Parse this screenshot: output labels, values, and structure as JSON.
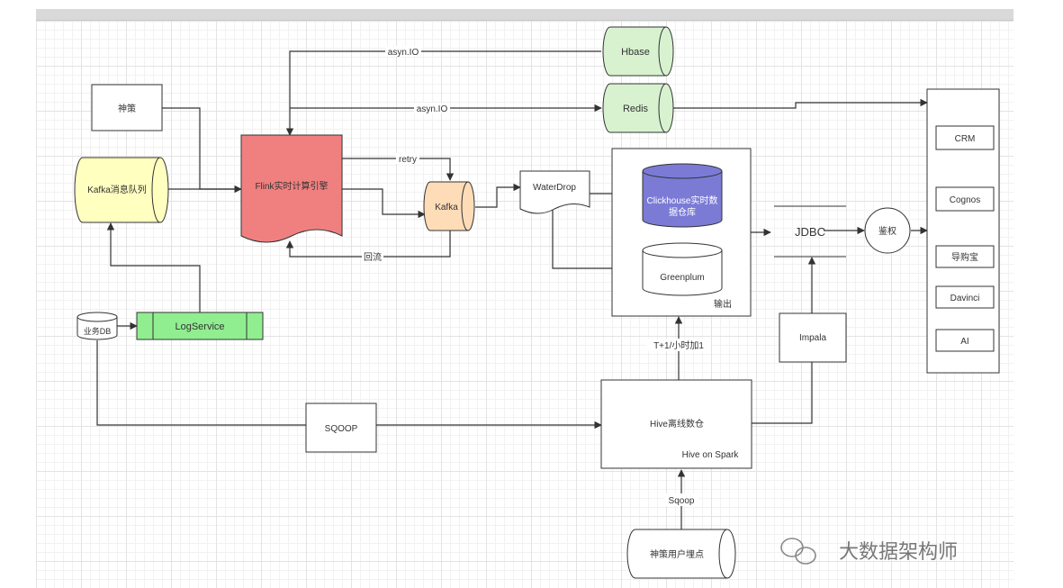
{
  "nodes": {
    "hbase": "Hbase",
    "redis": "Redis",
    "shence_box": "神策",
    "kafka_queue": "Kafka消息队列",
    "flink": "Flink实时计算引擎",
    "kafka": "Kafka",
    "waterdrop": "WaterDrop",
    "clickhouse_line1": "Clickhouse实时数",
    "clickhouse_line2": "据仓库",
    "greenplum": "Greenplum",
    "output": "输出",
    "jdbc": "JDBC",
    "auth": "鉴权",
    "impala": "Impala",
    "business_db": "业务DB",
    "logservice": "LogService",
    "sqoop_box": "SQOOP",
    "hive_title": "Hive离线数仓",
    "hive_sub": "Hive on Spark",
    "tracking": "神策用户埋点"
  },
  "edges": {
    "asyn_io_1": "asyn.IO",
    "asyn_io_2": "asyn.IO",
    "retry": "retry",
    "huiliu": "回流",
    "t_plus_1": "T+1/小时加1",
    "sqoop_lower": "Sqoop"
  },
  "consumers": [
    "CRM",
    "Cognos",
    "导购宝",
    "Davinci",
    "AI"
  ],
  "watermark": "大数据架构师",
  "colors": {
    "flink_fill": "#f08080",
    "kafka_fill": "#ffdcb8",
    "kafka_queue_fill": "#ffffc0",
    "green_fill": "#d8f2d0",
    "logservice_fill": "#90ee90",
    "clickhouse_fill": "#7b7bd6",
    "line": "#333333"
  }
}
